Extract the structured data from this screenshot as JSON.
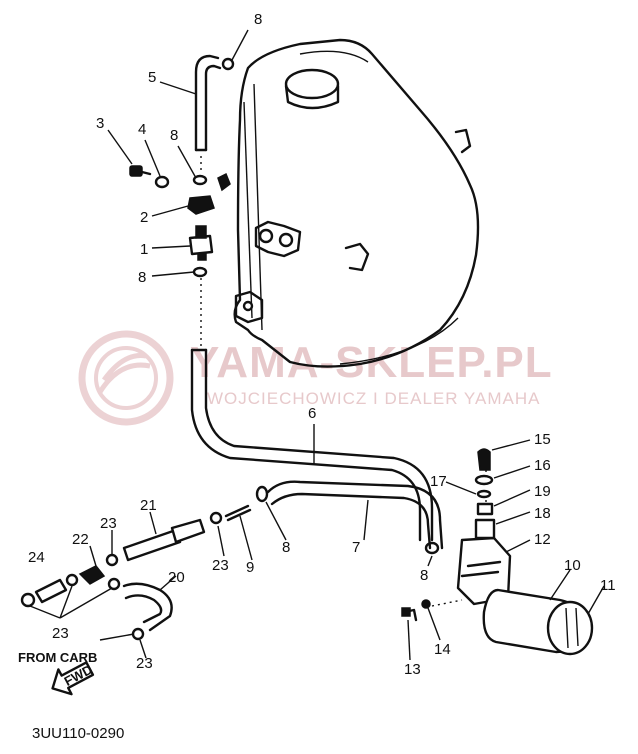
{
  "diagram": {
    "callouts": [
      "8",
      "5",
      "3",
      "4",
      "8",
      "2",
      "1",
      "8",
      "6",
      "15",
      "16",
      "17",
      "19",
      "18",
      "12",
      "21",
      "23",
      "22",
      "24",
      "9",
      "8",
      "7",
      "20",
      "10",
      "11",
      "23",
      "23",
      "14",
      "13",
      "8"
    ],
    "caption_from_carb": "FROM CARB",
    "arrow_label": "FWD",
    "figure_code": "3UU110-0290"
  },
  "watermark": {
    "title": "YAMA-SKLEP.PL",
    "subtitle": "WOJCIECHOWICZ I DEALER YAMAHA",
    "color": "#e7c9cb"
  }
}
